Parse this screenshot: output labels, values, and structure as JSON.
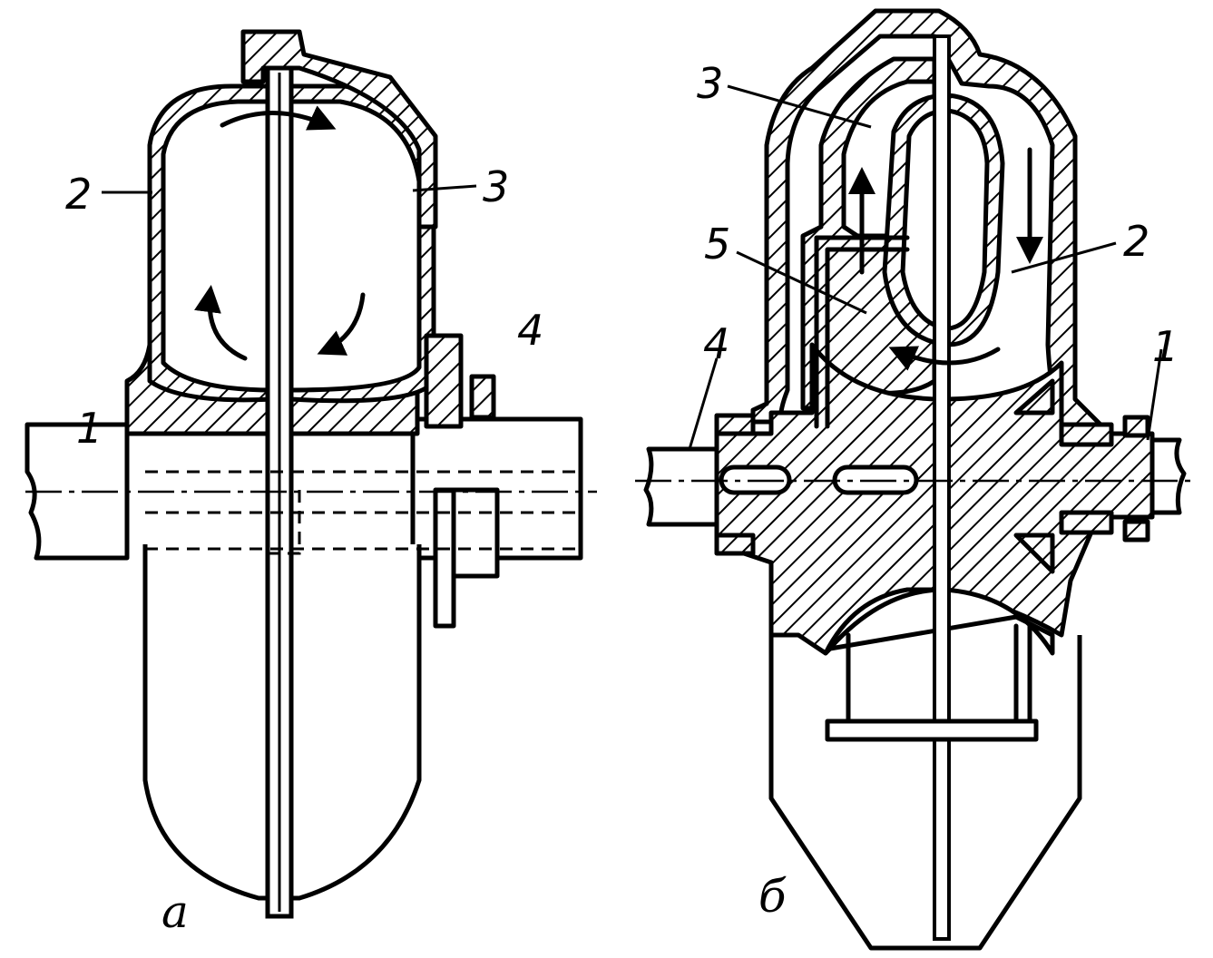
{
  "figure": {
    "part_a": {
      "caption": "а",
      "labels": {
        "l1": "1",
        "l2": "2",
        "l3": "3",
        "l4": "4"
      }
    },
    "part_b": {
      "caption": "б",
      "labels": {
        "l1": "1",
        "l2": "2",
        "l3": "3",
        "l4": "4",
        "l5": "5"
      }
    }
  }
}
